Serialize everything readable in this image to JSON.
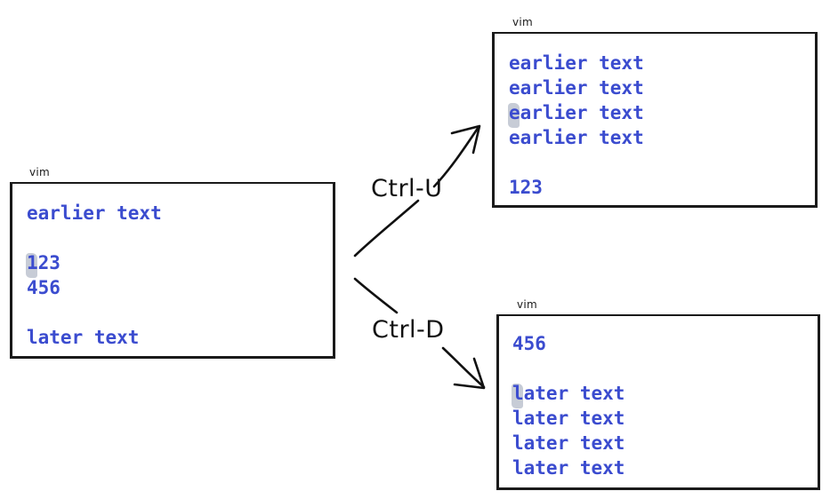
{
  "windows": {
    "left": {
      "title": "vim",
      "lines": [
        "earlier text",
        "",
        "123",
        "456",
        "",
        "later text"
      ]
    },
    "top_right": {
      "title": "vim",
      "lines": [
        "earlier text",
        "earlier text",
        "earlier text",
        "earlier text",
        "",
        "123"
      ]
    },
    "bottom_right": {
      "title": "vim",
      "lines": [
        "456",
        "",
        "later text",
        "later text",
        "later text",
        "later text"
      ]
    }
  },
  "arrows": {
    "up_label": "Ctrl-U",
    "down_label": "Ctrl-D"
  },
  "colors": {
    "text": "#3b4ccf",
    "cursor": "#c7ccd6",
    "stroke": "#1a1a1a"
  }
}
